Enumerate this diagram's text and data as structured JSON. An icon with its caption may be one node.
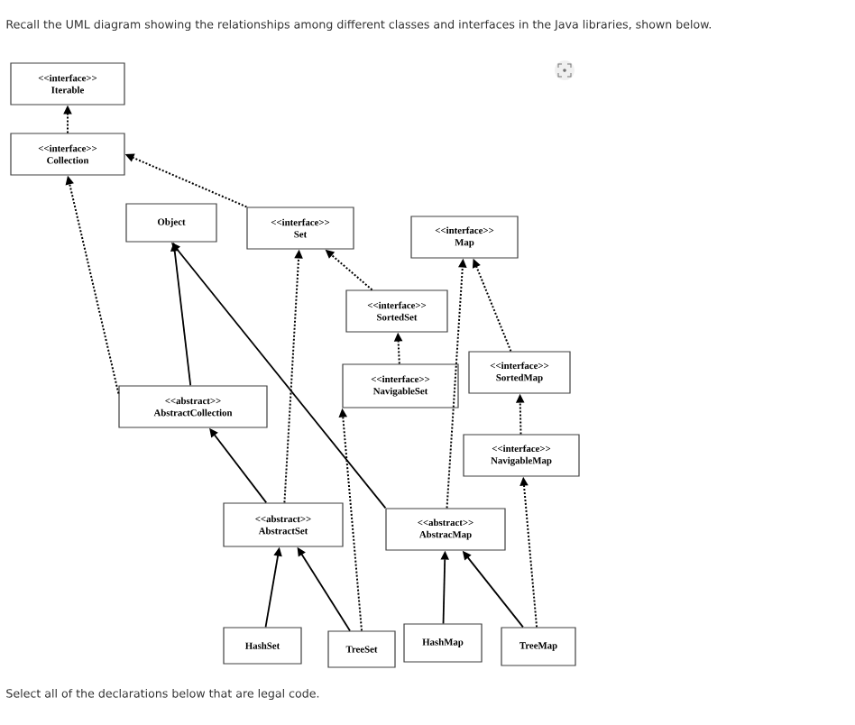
{
  "diagram": {
    "title": "Recall the UML diagram showing the relationships among different classes and interfaces in the Java libraries, shown below.",
    "caption": "Select all of the declarations below that are legal code.",
    "nodes": [
      {
        "text": [
          "<<interface>>",
          "Iterable"
        ]
      },
      {
        "text": [
          "<<interface>>",
          "Collection"
        ]
      },
      {
        "text": [
          "Object"
        ]
      },
      {
        "text": [
          "<<interface>>",
          "Set"
        ]
      },
      {
        "text": [
          "<<interface>>",
          "Map"
        ]
      },
      {
        "text": [
          "<<interface>>",
          "SortedSet"
        ]
      },
      {
        "text": [
          "<<interface>>",
          "NavigableSet"
        ]
      },
      {
        "text": [
          "<<interface>>",
          "SortedMap"
        ]
      },
      {
        "text": [
          "<<abstract>>",
          "AbstractCollection"
        ]
      },
      {
        "text": [
          "<<interface>>",
          "NavigableMap"
        ]
      },
      {
        "text": [
          "<<abstract>>",
          "AbstractSet"
        ]
      },
      {
        "text": [
          "<<abstract>>",
          "AbstracMap"
        ]
      },
      {
        "text": [
          "HashSet"
        ]
      },
      {
        "text": [
          "TreeSet"
        ]
      },
      {
        "text": [
          "HashMap"
        ]
      },
      {
        "text": [
          "TreeMap"
        ]
      }
    ],
    "edges": [
      {
        "from": 1,
        "to": 0,
        "arrow": "to",
        "style": "dashed"
      },
      {
        "from": 3,
        "to": 1,
        "arrow": "to",
        "style": "dashed"
      },
      {
        "from": 8,
        "to": 1,
        "arrow": "to",
        "style": "dashed"
      },
      {
        "from": 8,
        "to": 2,
        "arrow": "to"
      },
      {
        "from": 5,
        "to": 3,
        "arrow": "to",
        "style": "dashed"
      },
      {
        "from": 6,
        "to": 5,
        "arrow": "to",
        "style": "dashed"
      },
      {
        "from": 10,
        "to": 3,
        "arrow": "to",
        "style": "dashed"
      },
      {
        "from": 10,
        "to": 8,
        "arrow": "to"
      },
      {
        "from": 11,
        "to": 2,
        "arrow": "to"
      },
      {
        "from": 11,
        "to": 4,
        "arrow": "to",
        "style": "dashed"
      },
      {
        "from": 7,
        "to": 4,
        "arrow": "to",
        "style": "dashed"
      },
      {
        "from": 9,
        "to": 7,
        "arrow": "to",
        "style": "dashed"
      },
      {
        "from": 12,
        "to": 10,
        "arrow": "to"
      },
      {
        "from": 13,
        "to": 10,
        "arrow": "to"
      },
      {
        "from": 13,
        "to": 6,
        "arrow": "to",
        "style": "dashed"
      },
      {
        "from": 14,
        "to": 11,
        "arrow": "to"
      },
      {
        "from": 15,
        "to": 11,
        "arrow": "to"
      },
      {
        "from": 15,
        "to": 9,
        "arrow": "to",
        "style": "dashed"
      }
    ]
  }
}
